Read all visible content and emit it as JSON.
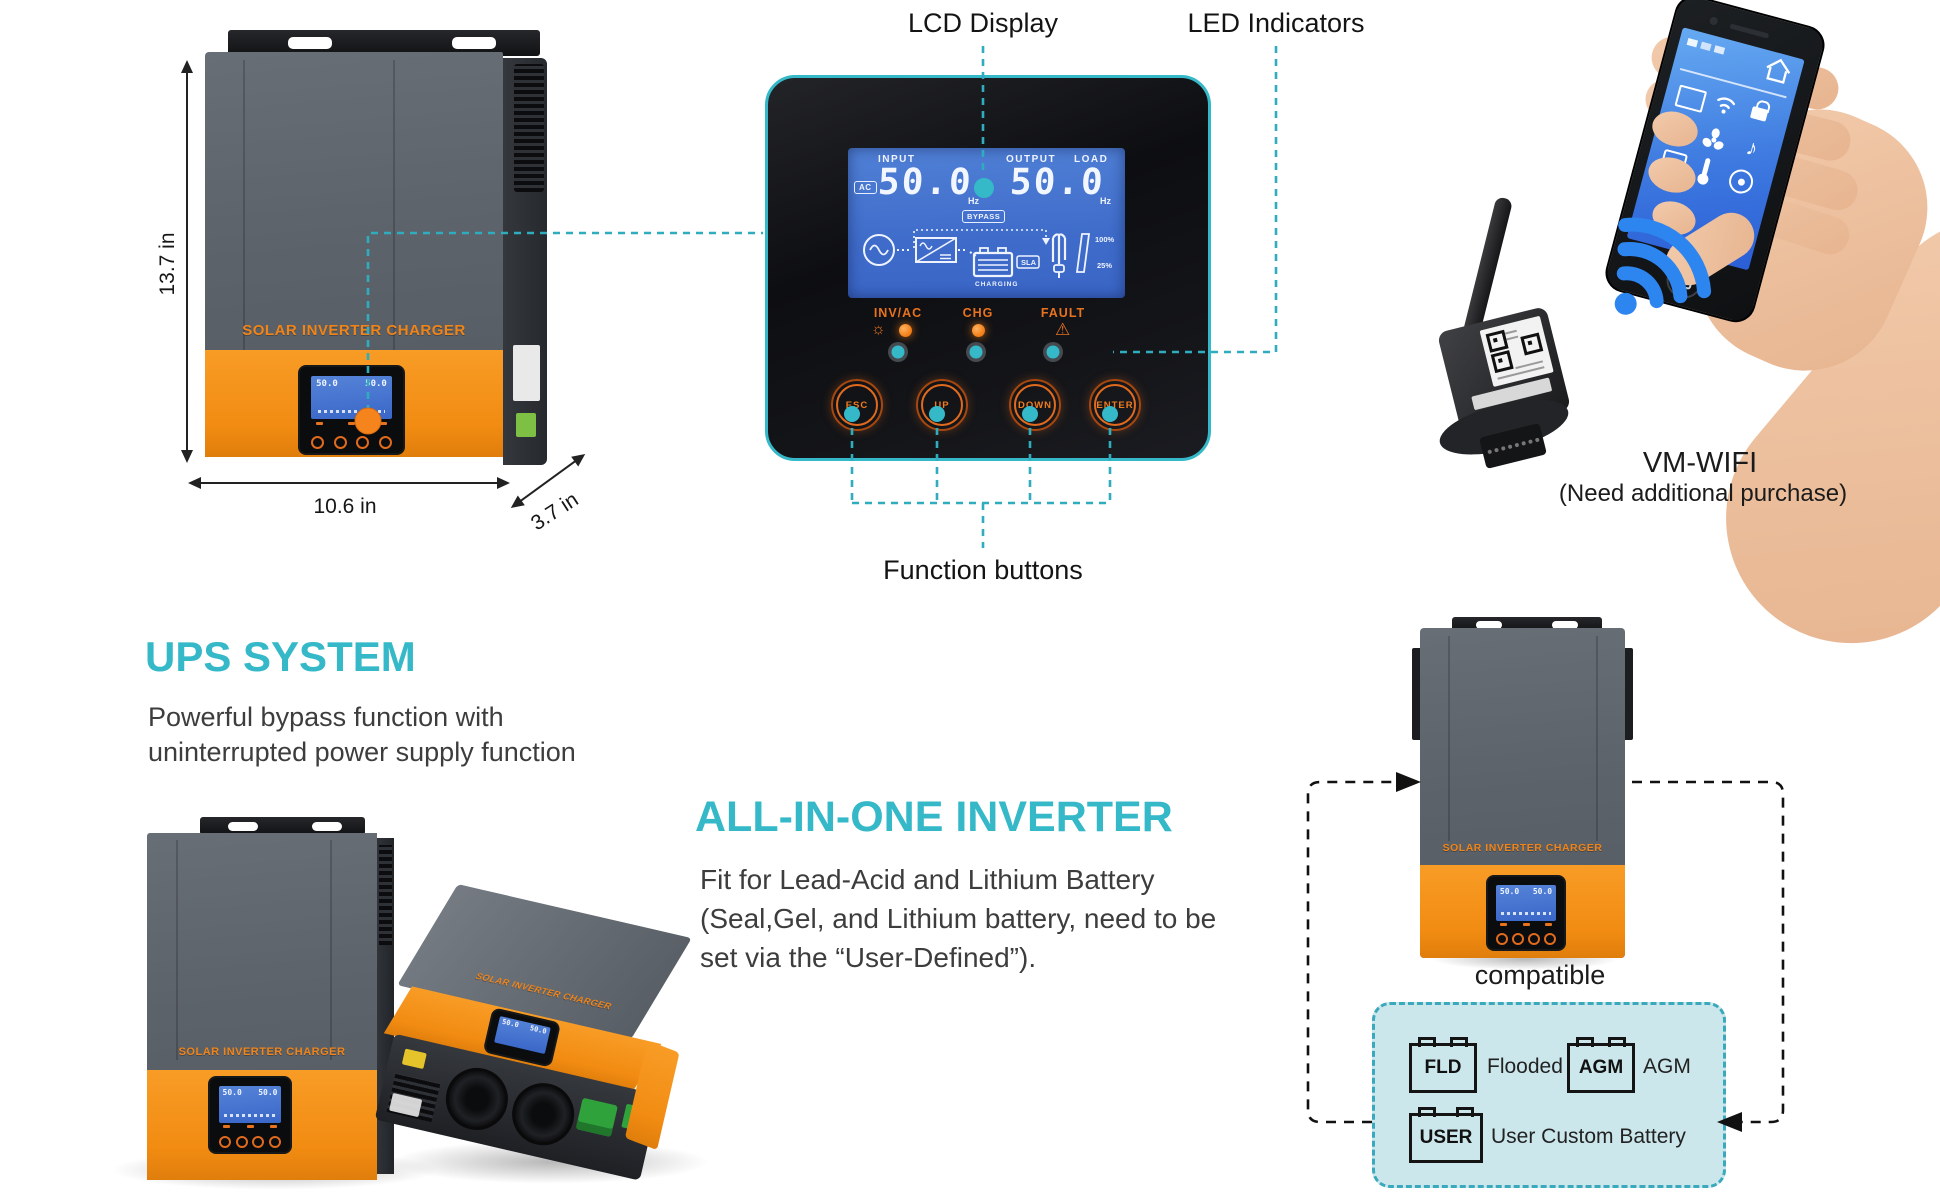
{
  "colors": {
    "teal_accent": "#35b8c8",
    "teal_dashed_line": "#2fadbe",
    "orange_brand": "#f6921e",
    "button_ring_orange": "#e06a1e",
    "lcd_blue": "#4677d0",
    "body_text": "#3d3d3d",
    "compat_box_fill": "#cbe7ec",
    "compat_box_border": "#3aa9bc",
    "wifi_blue": "#2d85ef"
  },
  "annotations": {
    "lcd_display_label": "LCD Display",
    "led_indicators_label": "LED Indicators",
    "function_buttons_label": "Function buttons"
  },
  "device": {
    "brand_text": "SOLAR INVERTER CHARGER",
    "dimensions": {
      "height": "13.7 in",
      "width": "10.6 in",
      "depth": "3.7 in"
    }
  },
  "lcd_panel": {
    "input_label": "INPUT",
    "ac_badge": "AC",
    "input_value": "50.0",
    "input_unit": "Hz",
    "output_label": "OUTPUT",
    "load_label": "LOAD",
    "output_value": "50.0",
    "output_unit": "Hz",
    "bypass_label": "BYPASS",
    "charging_label": "CHARGING",
    "sla_badge": "SLA",
    "load_pct_high": "100%",
    "load_pct_low": "25%",
    "led_labels": {
      "inv_ac": "INV/AC",
      "chg": "CHG",
      "fault": "FAULT"
    },
    "buttons": [
      {
        "label": "ESC"
      },
      {
        "label": "UP"
      },
      {
        "label": "DOWN"
      },
      {
        "label": "ENTER"
      }
    ]
  },
  "wifi_module": {
    "name": "VM-WIFI",
    "note": "(Need additional purchase)"
  },
  "ups_section": {
    "title": "UPS SYSTEM",
    "line1": "Powerful bypass function with",
    "line2": "uninterrupted power supply function"
  },
  "all_in_one_section": {
    "title": "ALL-IN-ONE INVERTER",
    "line1": "Fit for Lead-Acid and Lithium Battery",
    "line2": "(Seal,Gel, and Lithium battery, need to be",
    "line3": "set via the “User-Defined”)."
  },
  "compatibility": {
    "label": "compatible",
    "batteries": [
      {
        "code": "FLD",
        "name": "Flooded"
      },
      {
        "code": "AGM",
        "name": "AGM"
      },
      {
        "code": "USER",
        "name": "User Custom Battery"
      }
    ]
  }
}
